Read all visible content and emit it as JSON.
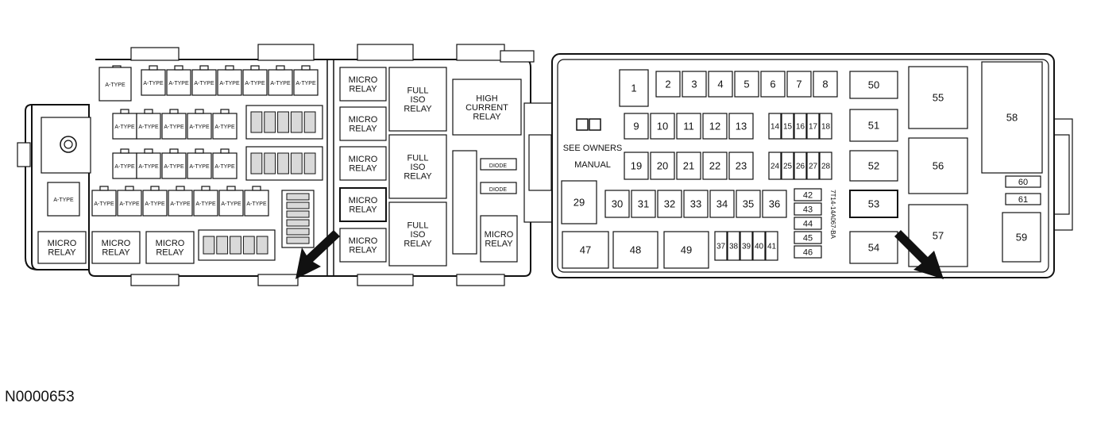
{
  "figure_id": "N0000653",
  "left_box": {
    "atype_label": "A-TYPE",
    "micro_relay_label": [
      "MICRO",
      "RELAY"
    ],
    "full_iso_relay_label": [
      "FULL",
      "ISO",
      "RELAY"
    ],
    "high_current_relay_label": [
      "HIGH",
      "CURRENT",
      "RELAY"
    ],
    "diode_label": "DIODE"
  },
  "right_box": {
    "see_owners_manual": [
      "SEE OWNERS",
      "MANUAL"
    ],
    "part_number": "7T14-14A067-BA",
    "fuses": [
      "1",
      "2",
      "3",
      "4",
      "5",
      "6",
      "7",
      "8",
      "9",
      "10",
      "11",
      "12",
      "13",
      "14",
      "15",
      "16",
      "17",
      "18",
      "19",
      "20",
      "21",
      "22",
      "23",
      "24",
      "25",
      "26",
      "27",
      "28",
      "29",
      "30",
      "31",
      "32",
      "33",
      "34",
      "35",
      "36",
      "37",
      "38",
      "39",
      "40",
      "41",
      "42",
      "43",
      "44",
      "45",
      "46",
      "47",
      "48",
      "49",
      "50",
      "51",
      "52",
      "53",
      "54",
      "55",
      "56",
      "57",
      "58",
      "59",
      "60",
      "61"
    ],
    "highlighted_fuse": "53"
  },
  "colors": {
    "line": "#111111",
    "highlight": "#111111"
  }
}
